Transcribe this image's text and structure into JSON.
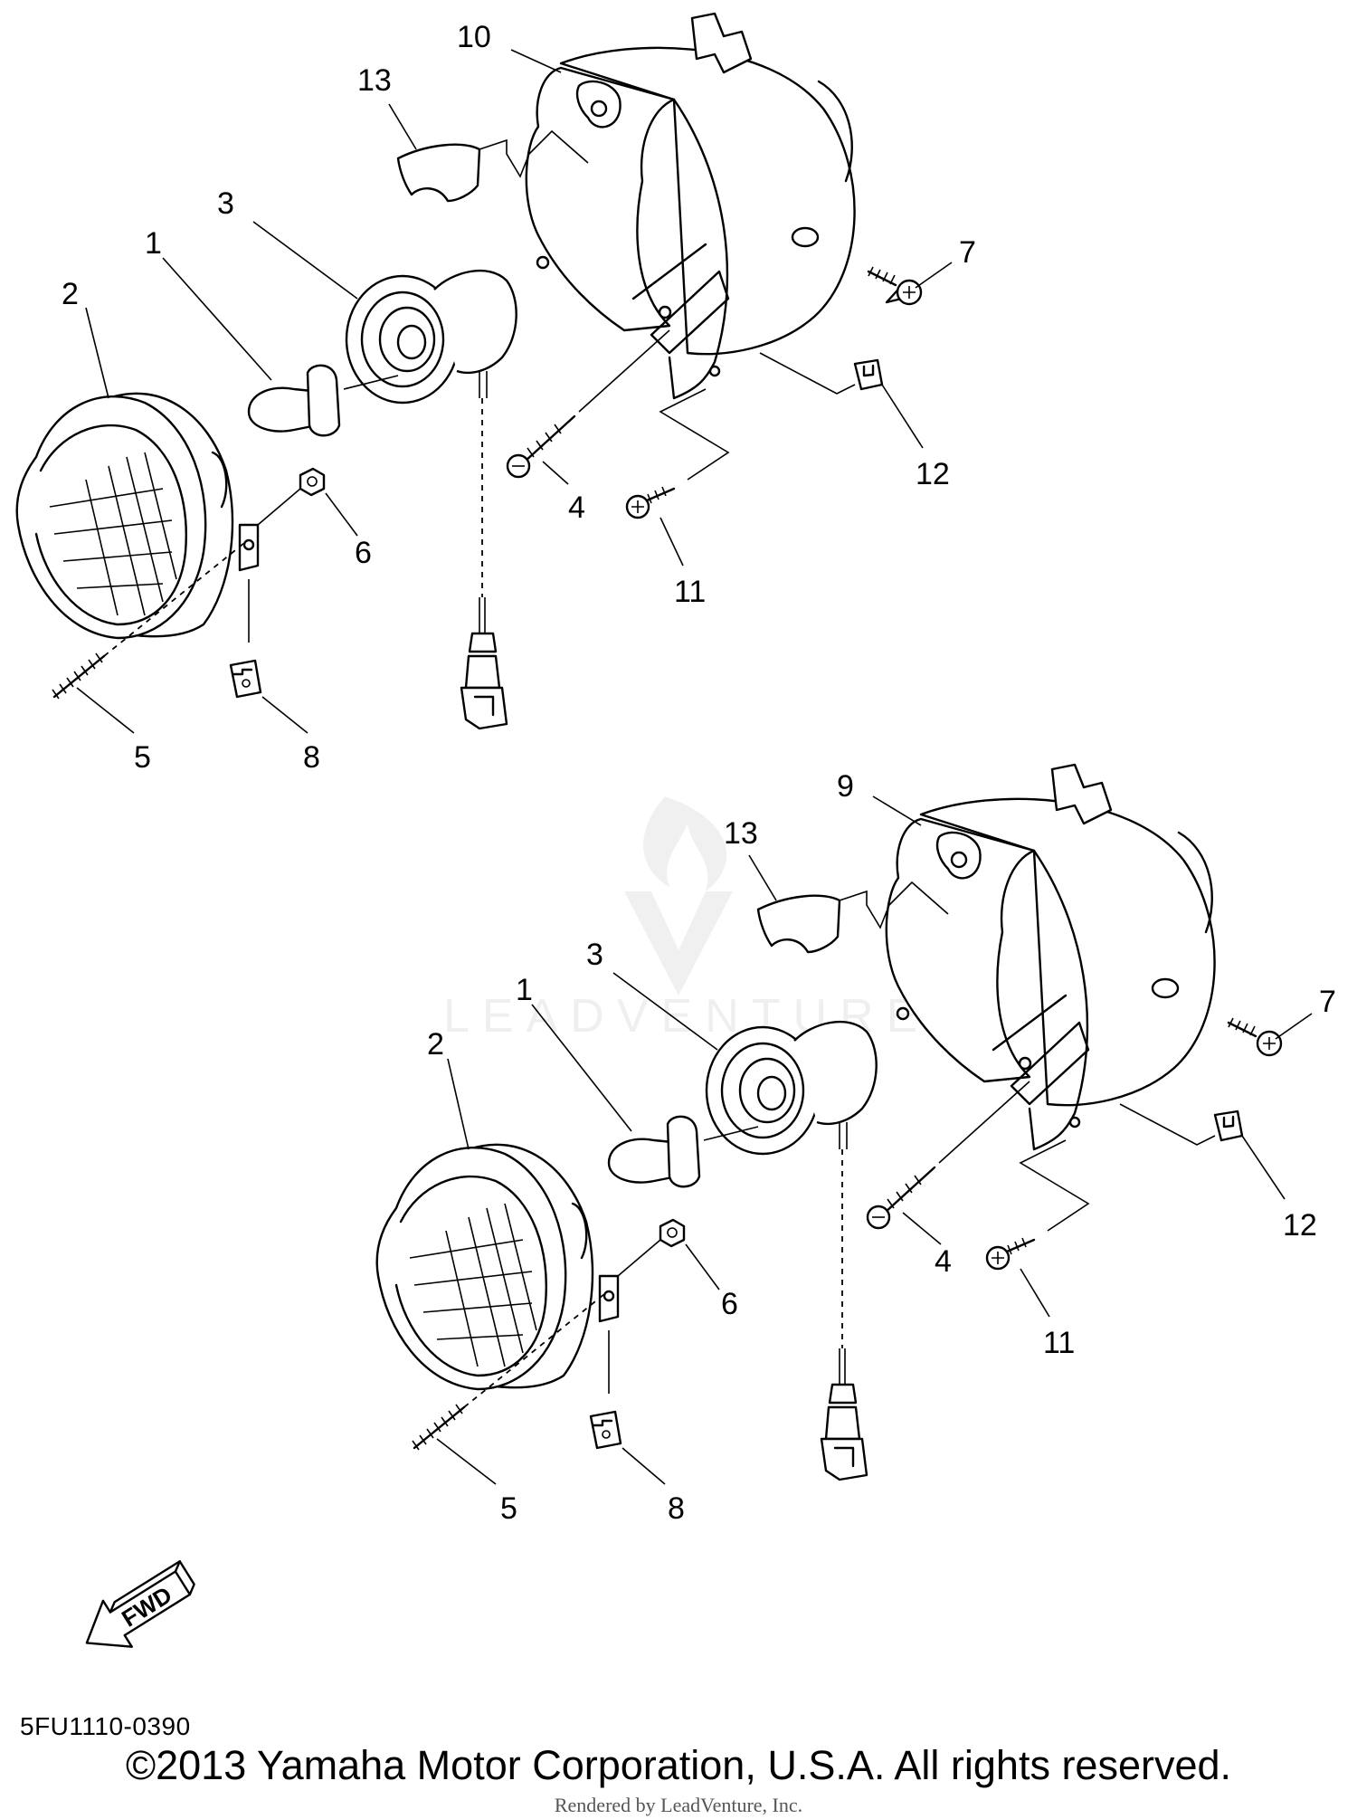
{
  "diagram": {
    "drawing_code": "5FU1110-0390",
    "copyright": "©2013 Yamaha Motor Corporation, U.S.A. All rights reserved.",
    "rendered_by": "Rendered by LeadVenture, Inc.",
    "watermark": "LEADVENTURE",
    "fwd_label": "FWD",
    "upper_assembly": {
      "callouts": [
        "10",
        "13",
        "3",
        "1",
        "2",
        "7",
        "4",
        "12",
        "6",
        "11",
        "5",
        "8"
      ]
    },
    "lower_assembly": {
      "callouts": [
        "9",
        "13",
        "3",
        "1",
        "2",
        "7",
        "4",
        "12",
        "6",
        "11",
        "5",
        "8"
      ]
    }
  }
}
